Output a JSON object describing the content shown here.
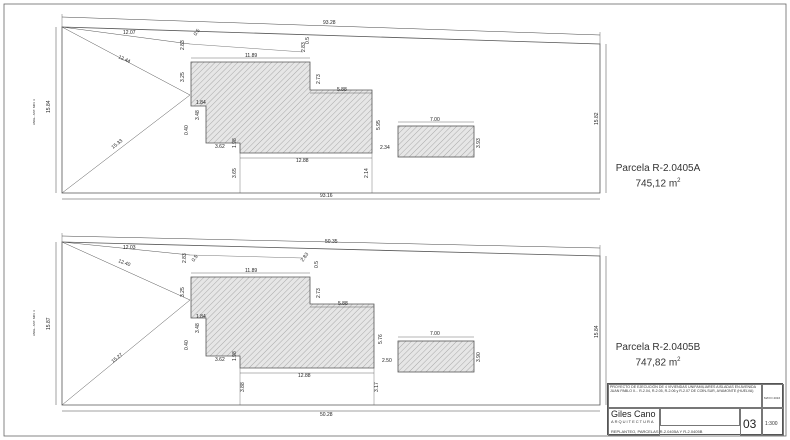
{
  "sheet": {
    "plots": [
      {
        "id": "A",
        "name": "Parcela R-2.0405A",
        "area_value": "745,12 m",
        "area_unit_exp": "2",
        "dims": {
          "top": "93.28",
          "bottom": "93.16",
          "left": "15.84",
          "right": "15.82",
          "left_side_label": "ANGL. ANT. MIN. 3",
          "diag1": "12.07",
          "diag2": "12.44",
          "diag3": "15.33",
          "d_a": "2.83",
          "d_b": "0.5",
          "d_c": "2.83",
          "d_d": "0.5",
          "house_top": "11.89",
          "house_left": "3.25",
          "house_step1": "2.73",
          "house_wing": "5.88",
          "house_in1": "1.84",
          "house_in2": "3.48",
          "house_in3": "0.40",
          "house_bot1": "3.62",
          "house_bot2": "1.98",
          "house_bottom": "12.88",
          "house_right": "5.95",
          "house_right2": "2.34",
          "house_bot_v1": "3.65",
          "house_bot_v2": "2.14",
          "annex_w": "7.00",
          "annex_h": "3.93"
        }
      },
      {
        "id": "B",
        "name": "Parcela R-2.0405B",
        "area_value": "747,82 m",
        "area_unit_exp": "2",
        "dims": {
          "top": "50.35",
          "bottom": "50.28",
          "left": "15.87",
          "right": "15.84",
          "left_side_label": "ANGL. ANT. MIN. 3",
          "diag1": "12.03",
          "diag2": "12.40",
          "diag3": "15.27",
          "d_a": "2.83",
          "d_b": "0.5",
          "d_c": "2.83",
          "d_d": "0.5",
          "house_top": "11.89",
          "house_left": "3.25",
          "house_step1": "2.73",
          "house_wing": "5.88",
          "house_in1": "1.84",
          "house_in2": "3.48",
          "house_in3": "0.40",
          "house_bot1": "3.62",
          "house_bot2": "1.98",
          "house_bottom": "12.88",
          "house_right": "5.76",
          "house_right2": "2.50",
          "house_bot_v1": "3.88",
          "house_bot_v2": "3.17",
          "annex_w": "7.00",
          "annex_h": "3.90"
        }
      }
    ]
  },
  "title_block": {
    "project": "PROYECTO DE EJECUCIÓN DE 4 VIVIENDAS UNIFAMILIARES AISLADAS EN AVENIDA JUAN PABLO II... R-2.04, R-2.05, R-2.06 y R-2.07 DE COÍN-SUR, AYAMONTE (HUELVA)",
    "firm_name": "Giles Cano",
    "firm_sub": "ARQUITECTURA",
    "drawing_title": "REPLANTEO, PARCELAS R-2.0405A Y R-2.0405B",
    "sheet_number": "03",
    "scale": "1:300",
    "date": "MAYO 2016"
  }
}
